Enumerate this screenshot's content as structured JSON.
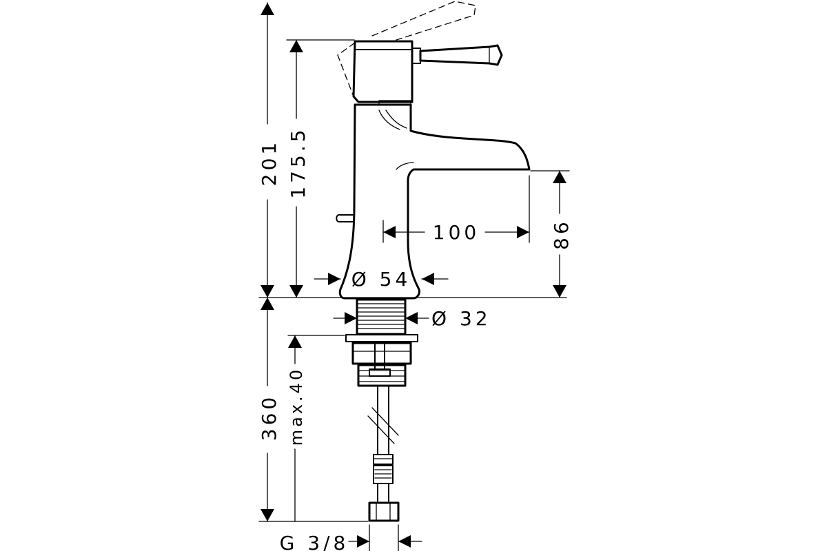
{
  "dimensions": {
    "total_height": "201",
    "handle_height": "175.5",
    "base_diameter": "Ø 54",
    "spout_reach": "100",
    "spout_height": "86",
    "shank_diameter": "Ø 32",
    "max_thickness": "max.40",
    "hose_length": "360",
    "thread": "G 3/8"
  }
}
